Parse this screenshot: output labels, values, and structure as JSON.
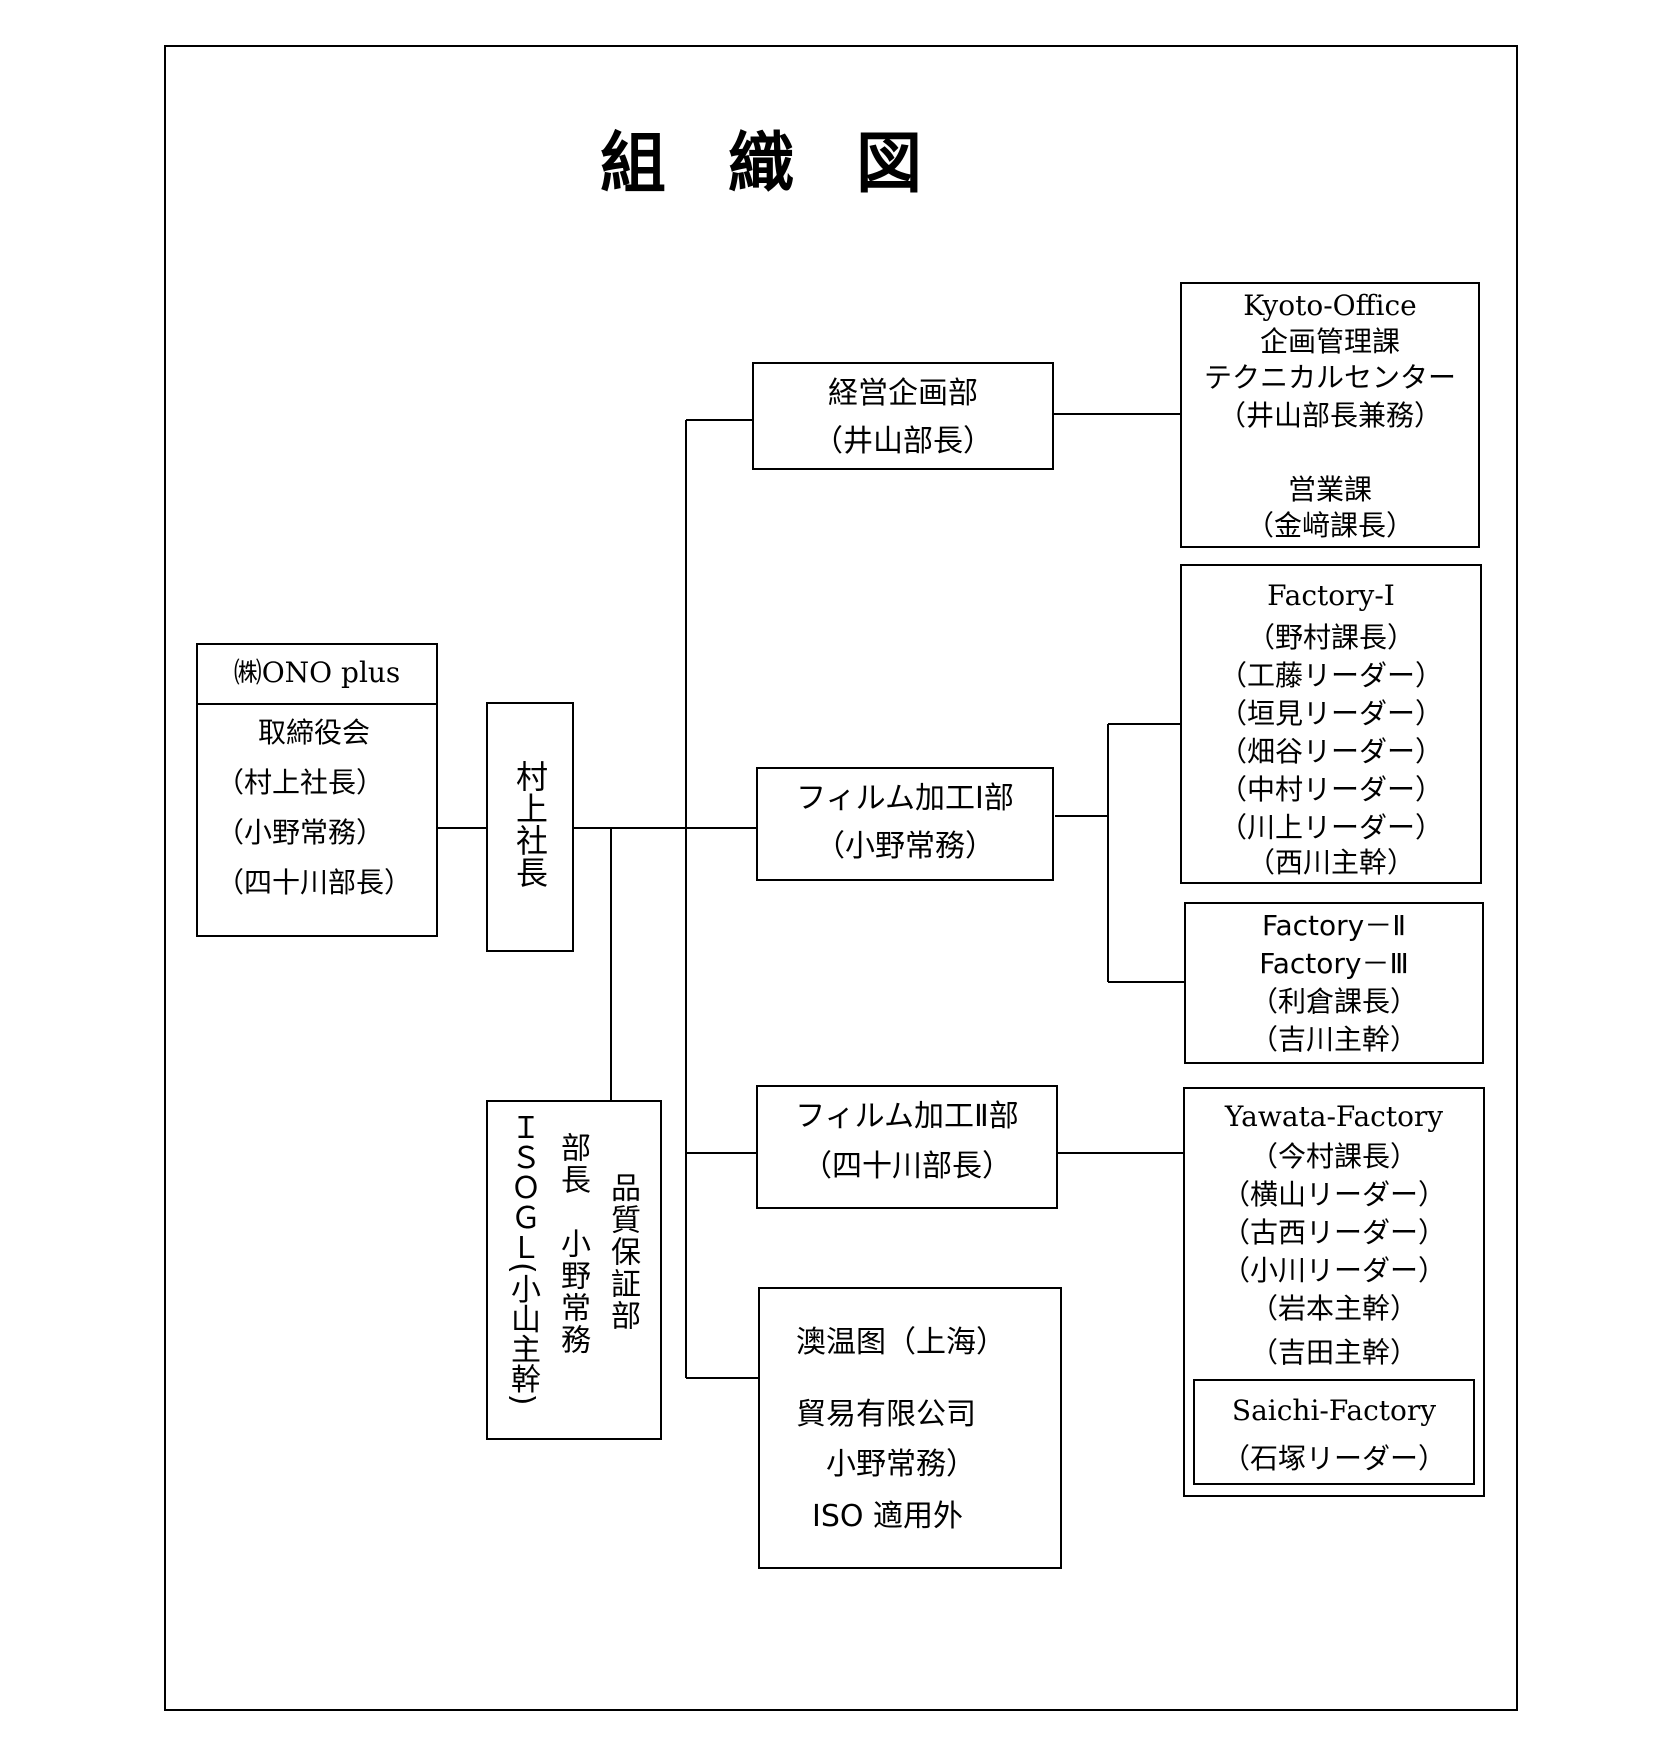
{
  "title": [
    "組",
    "織",
    "図"
  ],
  "board": {
    "company": "㈱ONO plus",
    "lines": [
      "取締役会",
      "（村上社長）",
      "（小野常務）",
      "（四十川部長）"
    ]
  },
  "president": "村上社長",
  "qa": {
    "dept": "品質保証部",
    "head": "部長　小野常務",
    "isogl": "ＩＳＯＧＬ(小山主幹)"
  },
  "planning": {
    "name": "経営企画部",
    "head": "（井山部長）"
  },
  "film1": {
    "name": "フィルム加工Ⅰ部",
    "head": "（小野常務）"
  },
  "film2": {
    "name": "フィルム加工Ⅱ部",
    "head": "（四十川部長）"
  },
  "shanghai": {
    "line1": "澳温图（上海）",
    "line2": "貿易有限公司",
    "line3": "小野常務）",
    "line4": "ISO 適用外"
  },
  "kyoto": {
    "office": "Kyoto-Office",
    "lines": [
      "企画管理課",
      "テクニカルセンター",
      "（井山部長兼務）",
      "",
      "営業課",
      "（金﨑課長）"
    ]
  },
  "factory1": {
    "name": "Factory‐Ⅰ",
    "lines": [
      "（野村課長）",
      "（工藤リーダー）",
      "（垣見リーダー）",
      "（畑谷リーダー）",
      "（中村リーダー）",
      "（川上リーダー）",
      "（西川主幹）"
    ]
  },
  "factory23": {
    "lines": [
      "Factory－Ⅱ",
      "Factory－Ⅲ",
      "（利倉課長）",
      "（吉川主幹）"
    ]
  },
  "yawata": {
    "name": "Yawata-Factory",
    "lines": [
      "（今村課長）",
      "（横山リーダー）",
      "（古西リーダー）",
      "（小川リーダー）",
      "（岩本主幹）",
      "（吉田主幹）"
    ]
  },
  "saichi": {
    "name": "Saichi-Factory",
    "head": "（石塚リーダー）"
  }
}
